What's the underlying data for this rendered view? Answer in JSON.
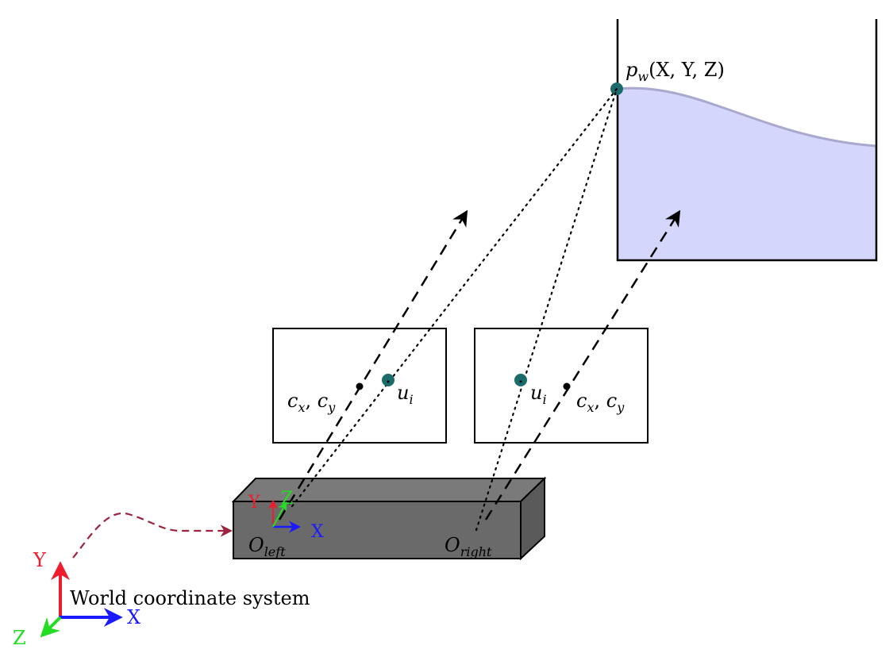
{
  "point": {
    "label_main": "p",
    "label_sub": "w",
    "label_args": "(X, Y, Z)"
  },
  "left_image": {
    "center_label": "c",
    "center_sub_x": "x",
    "center_sub_y": "y",
    "proj_label": "u",
    "proj_sub": "i"
  },
  "right_image": {
    "center_label": "c",
    "center_sub_x": "x",
    "center_sub_y": "y",
    "proj_label": "u",
    "proj_sub": "i"
  },
  "camera": {
    "left_origin": "O",
    "left_origin_sub": "left",
    "right_origin": "O",
    "right_origin_sub": "right",
    "axis_x": "X",
    "axis_y": "Y",
    "axis_z": "Z"
  },
  "world": {
    "label": "World coordinate system",
    "axis_x": "X",
    "axis_y": "Y",
    "axis_z": "Z"
  },
  "colors": {
    "fluid": "#d4d6fb",
    "surface": "#a9a9cf",
    "point": "#1c6a6a",
    "cam_body": "#6a6a6a",
    "axis_x": "#1a1aff",
    "axis_y": "#ee1c2c",
    "axis_z": "#22dd22",
    "link": "#9b2340"
  }
}
